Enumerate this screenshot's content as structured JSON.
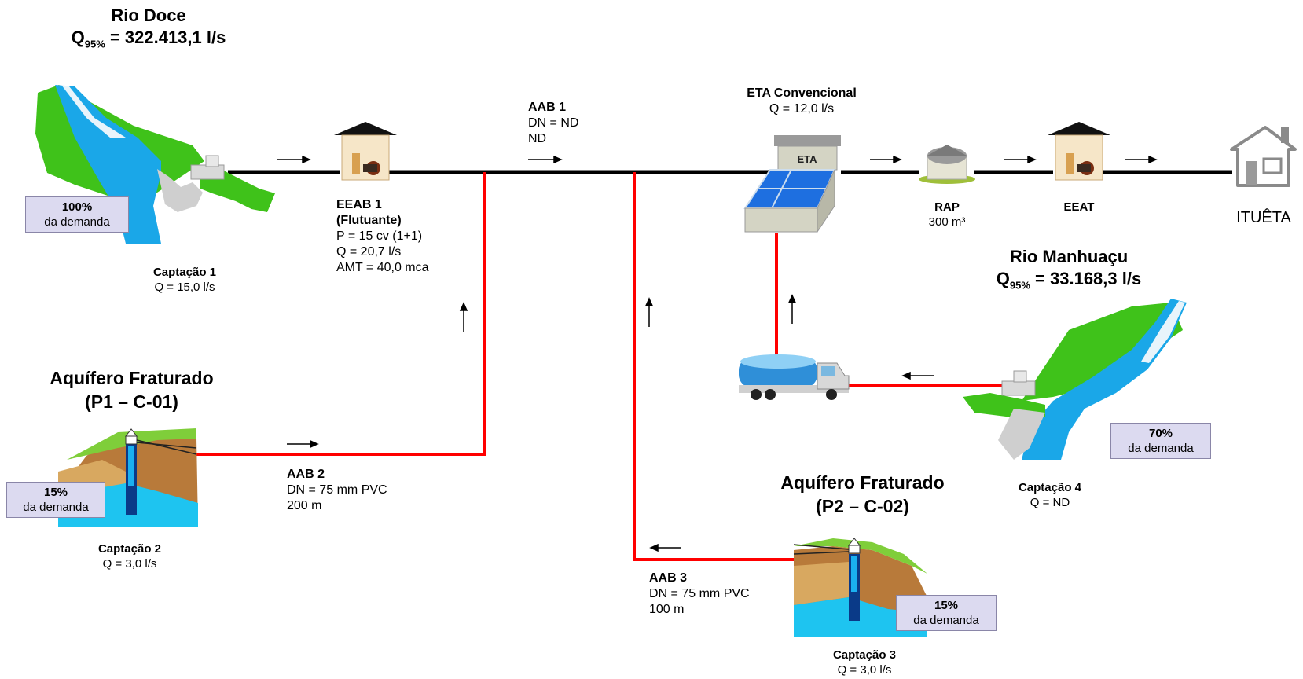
{
  "diagram": {
    "rio_doce": {
      "name": "Rio Doce",
      "q_prefix": "Q",
      "q_sub": "95%",
      "q_value": "= 322.413,1 l/s"
    },
    "rio_manhuacu": {
      "name": "Rio Manhuaçu",
      "q_prefix": "Q",
      "q_sub": "95%",
      "q_value": "= 33.168,3 l/s"
    },
    "captacao1": {
      "name": "Captação 1",
      "q": "Q = 15,0 l/s",
      "share": "100%",
      "share_label": "da demanda"
    },
    "captacao2": {
      "name": "Captação 2",
      "q": "Q = 3,0 l/s",
      "share": "15%",
      "share_label": "da demanda"
    },
    "captacao3": {
      "name": "Captação 3",
      "q": "Q = 3,0 l/s",
      "share": "15%",
      "share_label": "da demanda"
    },
    "captacao4": {
      "name": "Captação 4",
      "q": "Q = ND",
      "share": "70%",
      "share_label": "da demanda"
    },
    "aquifero1": {
      "line1": "Aquífero Fraturado",
      "line2": "(P1 – C-01)"
    },
    "aquifero2": {
      "line1": "Aquífero Fraturado",
      "line2": "(P2 – C-02)"
    },
    "eeab1": {
      "name": "EEAB 1",
      "subtitle": "(Flutuante)",
      "p": "P = 15 cv (1+1)",
      "q": "Q = 20,7 l/s",
      "amt": "AMT = 40,0 mca"
    },
    "aab1": {
      "name": "AAB 1",
      "dn": "DN = ND",
      "extra": "ND"
    },
    "aab2": {
      "name": "AAB 2",
      "dn": "DN = 75 mm PVC",
      "length": "200 m"
    },
    "aab3": {
      "name": "AAB 3",
      "dn": "DN = 75 mm PVC",
      "length": "100 m"
    },
    "eta": {
      "name": "ETA Convencional",
      "q": "Q = 12,0 l/s",
      "sign": "ETA"
    },
    "rap": {
      "name": "RAP",
      "volume": "300 m³"
    },
    "eeat": {
      "name": "EEAT"
    },
    "city": {
      "name": "ITUÊTA"
    },
    "colors": {
      "main_line": "#000000",
      "red_line": "#ff0000",
      "badge_bg": "#dcdaf0",
      "grass": "#3fc21a",
      "water": "#1aa7e8"
    }
  }
}
